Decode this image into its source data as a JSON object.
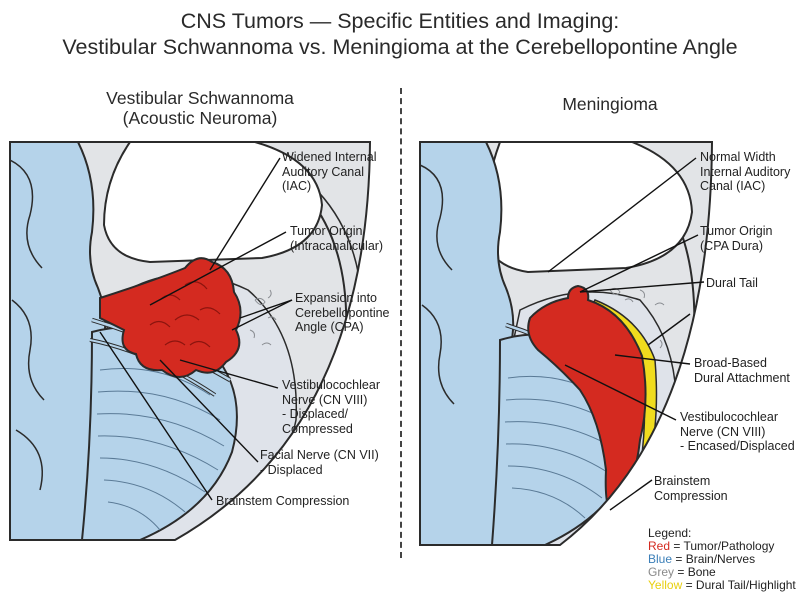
{
  "title": {
    "line1": "CNS Tumors — Specific Entities and Imaging:",
    "line2": "Vestibular Schwannoma vs. Meningioma at the Cerebellopontine Angle"
  },
  "left_panel": {
    "title_line1": "Vestibular Schwannoma",
    "title_line2": "(Acoustic Neuroma)",
    "labels": {
      "iac": [
        "Widened Internal",
        "Auditory Canal",
        "(IAC)"
      ],
      "origin": [
        "Tumor Origin",
        "(Intracanalicular)"
      ],
      "cpa": [
        "Expansion into",
        "Cerebellopontine",
        "Angle (CPA)"
      ],
      "cn8": [
        "Vestibulocochlear",
        "Nerve (CN VIII)",
        "- Displaced/",
        "Compressed"
      ],
      "cn7": [
        "Facial Nerve (CN VII)",
        "- Displaced"
      ],
      "brainstem": [
        "Brainstem Compression"
      ]
    }
  },
  "right_panel": {
    "title": "Meningioma",
    "labels": {
      "iac": [
        "Normal Width",
        "Internal Auditory",
        "Canal (IAC)"
      ],
      "origin": [
        "Tumor Origin",
        "(CPA Dura)"
      ],
      "tail": [
        "Dural Tail"
      ],
      "broad": [
        "Broad-Based",
        "Dural Attachment"
      ],
      "cn8": [
        "Vestibulocochlear",
        "Nerve (CN VIII)",
        "- Encased/Displaced"
      ],
      "brainstem": [
        "Brainstem",
        "Compression"
      ]
    }
  },
  "legend": {
    "heading": "Legend:",
    "red_key": "Red",
    "red_text": " = Tumor/Pathology",
    "blue_key": "Blue",
    "blue_text": " = Brain/Nerves",
    "grey_key": "Grey",
    "grey_text": " = Bone",
    "yellow_key": "Yellow",
    "yellow_text": " = Dural Tail/Highlight"
  },
  "colors": {
    "tumor": "#d42a20",
    "brain": "#b5d3ea",
    "bone": "#e2e4e7",
    "highlight": "#f0dc1e",
    "outline": "#2b2b2b"
  }
}
